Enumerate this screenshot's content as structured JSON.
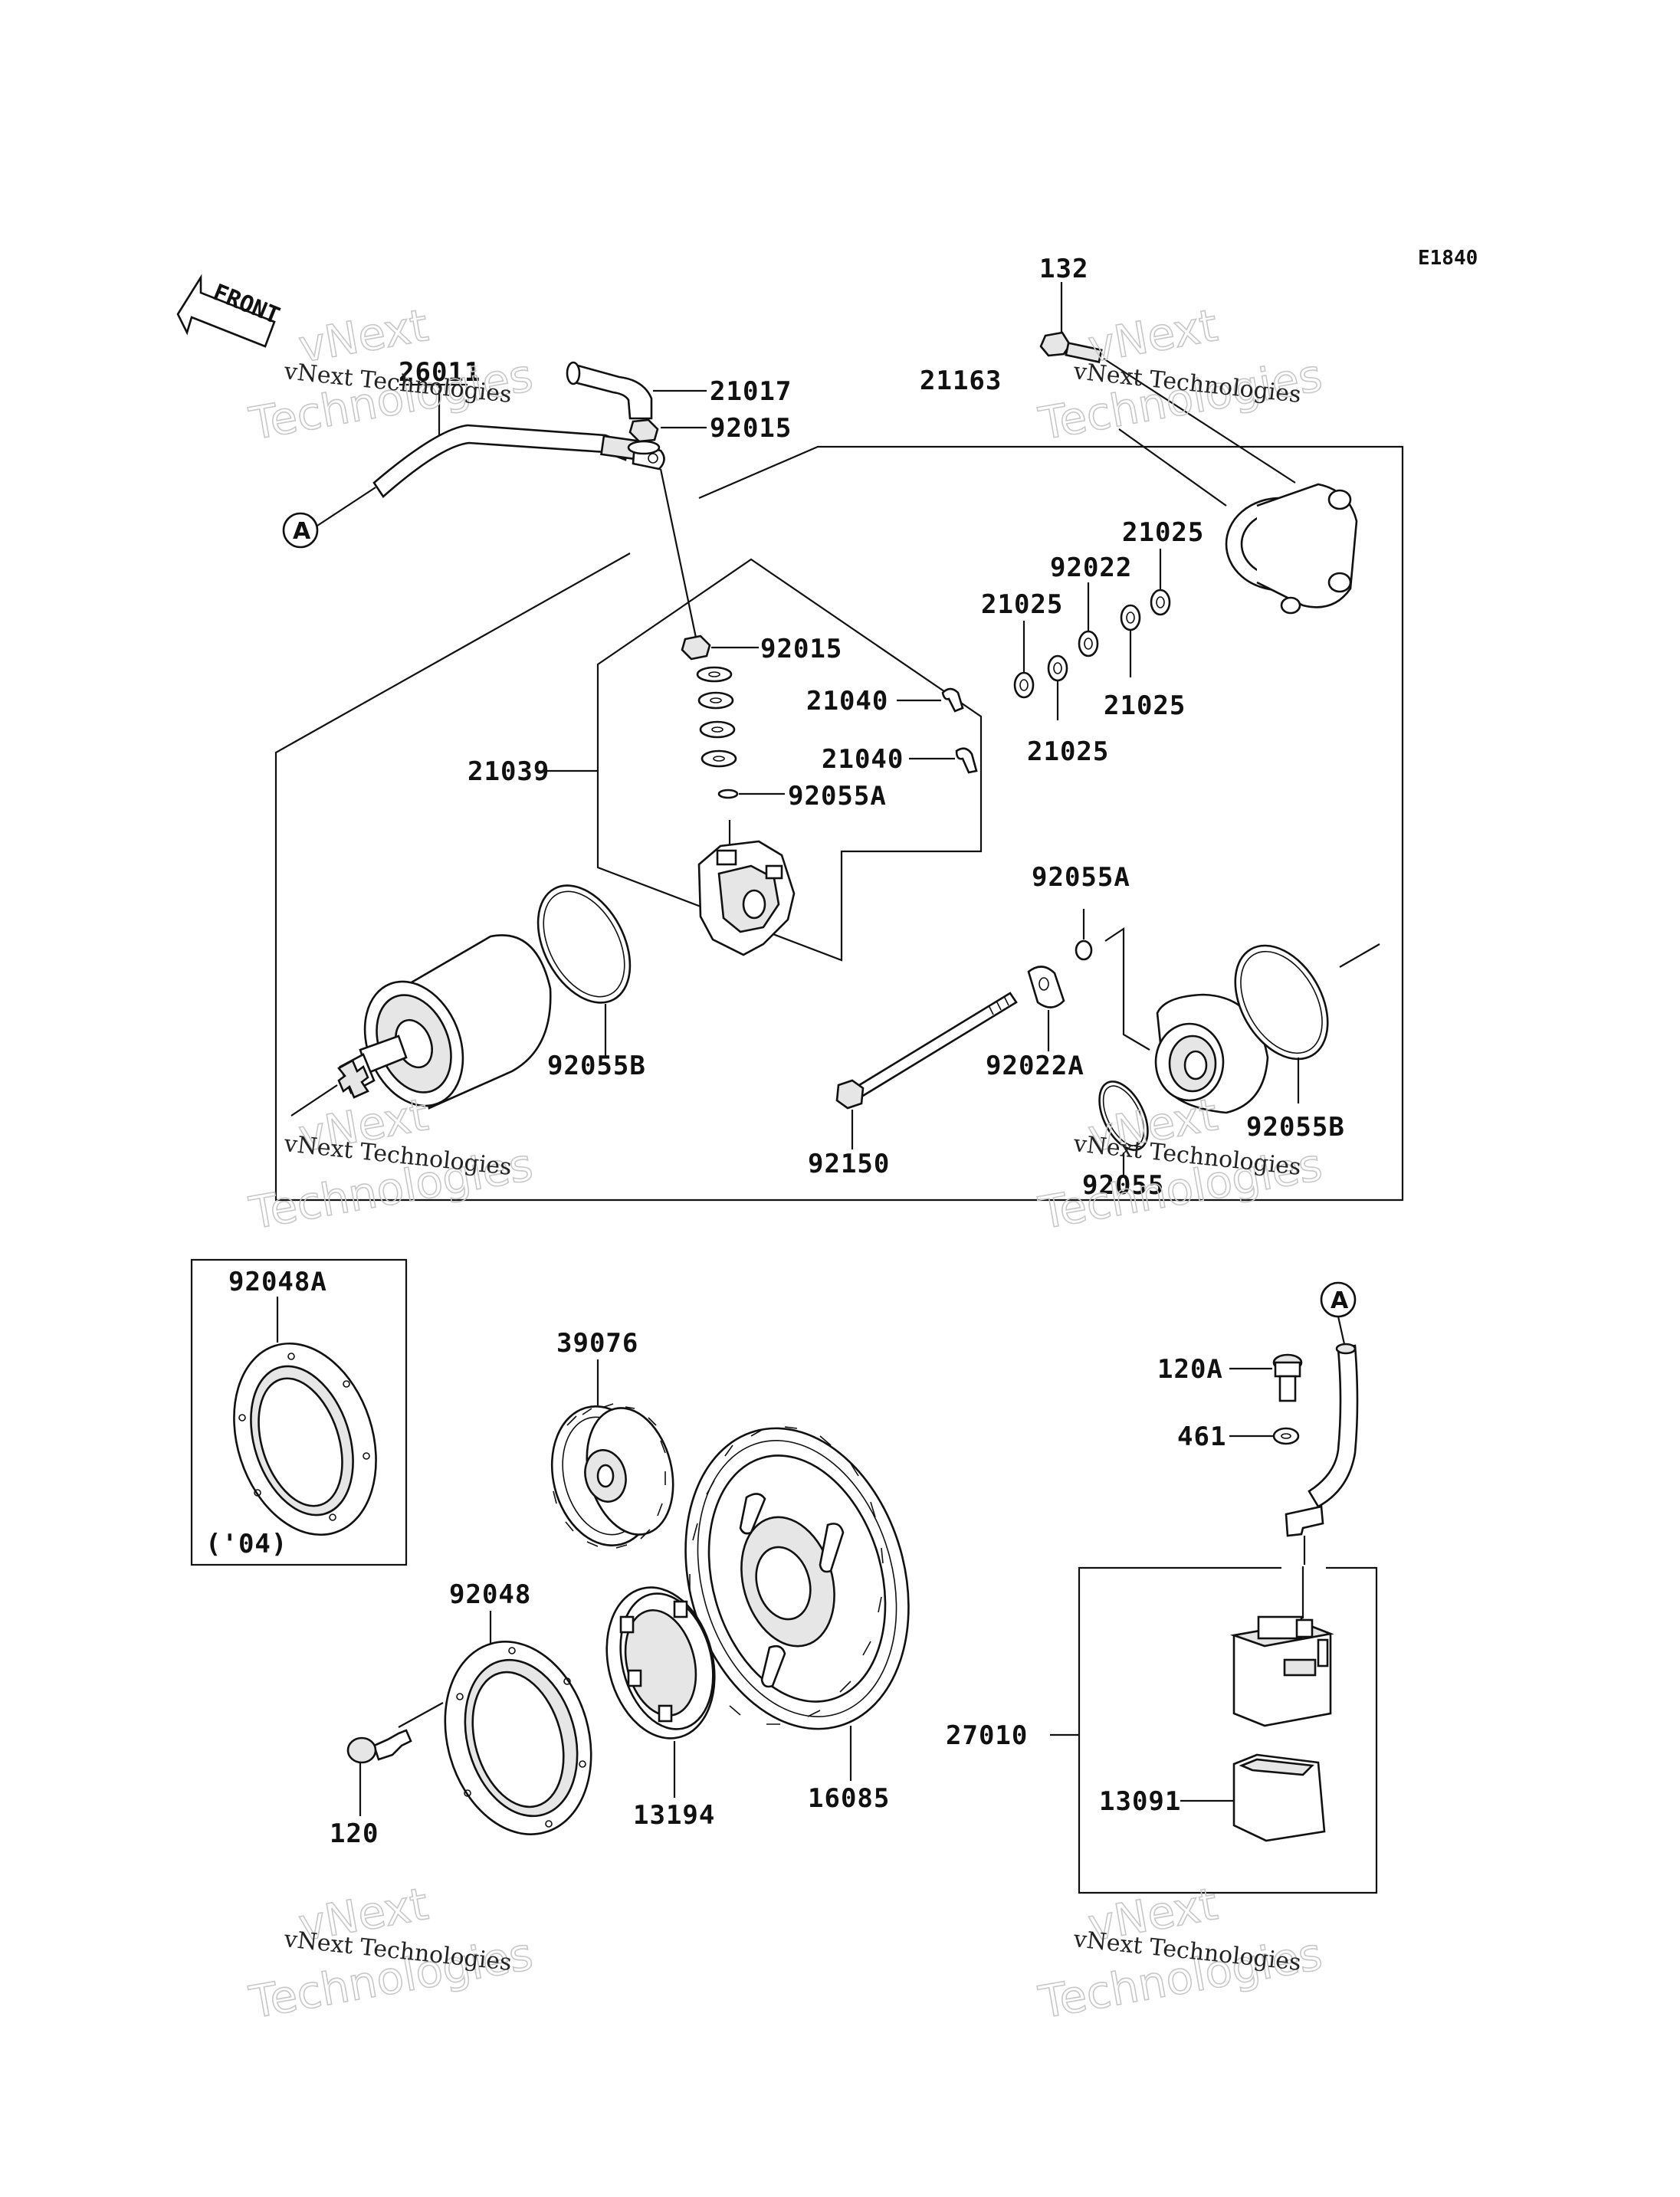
{
  "diagram_code": "E1840",
  "front_label": "FRONT",
  "ref_circle": "A",
  "watermark": {
    "line1": "vNext",
    "line2": "Technologies",
    "caption": "vNext Technologies"
  },
  "parts": {
    "p132": "132",
    "p26011": "26011",
    "p21017": "21017",
    "p92015_top": "92015",
    "p21163": "21163",
    "p21025_a": "21025",
    "p92022": "92022",
    "p21025_b": "21025",
    "p92015_mid": "92015",
    "p21040_a": "21040",
    "p21025_c": "21025",
    "p21025_d": "21025",
    "p21039": "21039",
    "p21040_b": "21040",
    "p92055A_a": "92055A",
    "p92055A_b": "92055A",
    "p92055B_a": "92055B",
    "p92022A": "92022A",
    "p92150": "92150",
    "p92055": "92055",
    "p92055B_b": "92055B",
    "p92048A": "92048A",
    "p04_note": "('04)",
    "p39076": "39076",
    "p120A": "120A",
    "p461": "461",
    "p92048": "92048",
    "p27010": "27010",
    "p120": "120",
    "p13194": "13194",
    "p16085": "16085",
    "p13091": "13091"
  }
}
